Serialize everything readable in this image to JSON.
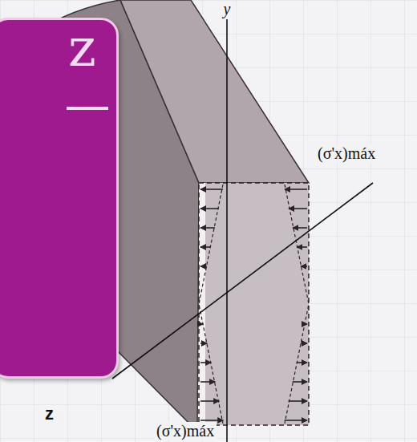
{
  "diagram": {
    "nodes": [
      {
        "text": [
          "z"
        ]
      }
    ],
    "labels": [
      "y",
      "(σ'x)máx",
      "z",
      "(σ'x)máx"
    ]
  }
}
